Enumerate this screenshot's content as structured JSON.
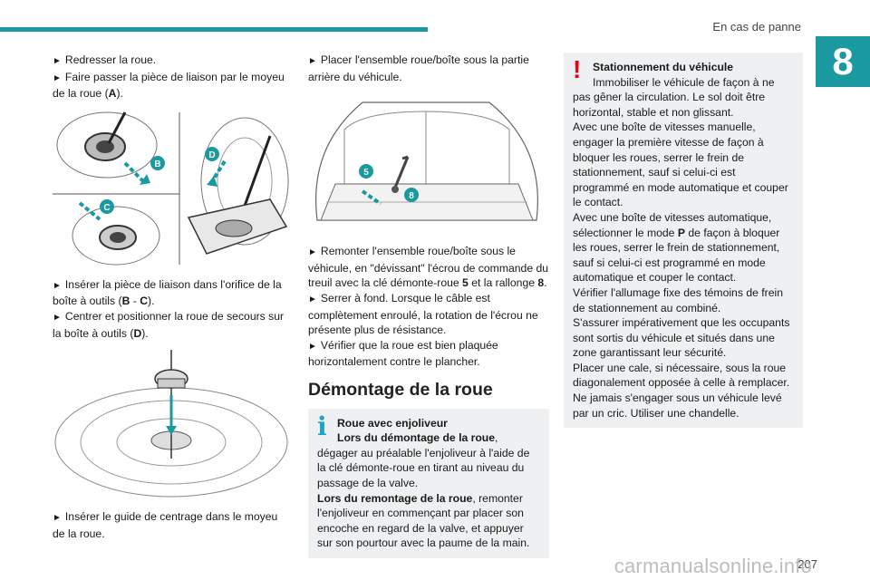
{
  "header": {
    "section_title": "En cas de panne",
    "chapter": "8"
  },
  "col1": {
    "p1_line1": "Redresser la roue.",
    "p1_line2_pre": "Faire passer la pièce de liaison par le moyeu de la roue (",
    "p1_line2_bold": "A",
    "p1_line2_post": ").",
    "fig1_labels": {
      "b": "B",
      "c": "C",
      "d": "D"
    },
    "p2_pre": "Insérer la pièce de liaison dans l'orifice de la boîte à outils (",
    "p2_bold1": "B",
    "p2_mid": " - ",
    "p2_bold2": "C",
    "p2_post": ").",
    "p3_pre": "Centrer et positionner la roue de secours sur la boîte à outils (",
    "p3_bold": "D",
    "p3_post": ").",
    "p4": "Insérer le guide de centrage dans le moyeu de la roue."
  },
  "col2": {
    "p1": "Placer l'ensemble roue/boîte sous la partie arrière du véhicule.",
    "fig_labels": {
      "five": "5",
      "eight": "8"
    },
    "p2_pre": "Remonter l'ensemble roue/boîte sous le véhicule, en \"dévissant\" l'écrou de commande du treuil avec la clé démonte-roue ",
    "p2_bold1": "5",
    "p2_mid": " et la rallonge ",
    "p2_bold2": "8",
    "p2_post": ".",
    "p3": "Serrer à fond. Lorsque le câble est complètement enroulé, la rotation de l'écrou ne présente plus de résistance.",
    "p4": "Vérifier que la roue est bien plaquée horizontalement contre le plancher.",
    "heading": "Démontage de la roue",
    "info": {
      "title": "Roue avec enjoliveur",
      "subtitle1": "Lors du démontage de la roue",
      "text1": ", dégager au préalable l'enjoliveur à l'aide de la clé démonte-roue en tirant au niveau du passage de la valve.",
      "subtitle2": "Lors du remontage de la roue",
      "text2": ", remonter l'enjoliveur en commençant par placer son encoche en regard de la valve, et appuyer sur son pourtour avec la paume de la main."
    }
  },
  "col3": {
    "warning": {
      "title": "Stationnement du véhicule",
      "line1": "Immobiliser le véhicule de façon à ne pas gêner la circulation. Le sol doit être horizontal, stable et non glissant.",
      "line2": "Avec une boîte de vitesses manuelle, engager la première vitesse de façon à bloquer les roues, serrer le frein de stationnement, sauf si celui-ci est programmé en mode automatique et couper le contact.",
      "line3_pre": "Avec une boîte de vitesses automatique, sélectionner le mode ",
      "line3_bold": "P",
      "line3_post": " de façon à bloquer les roues, serrer le frein de stationnement, sauf si celui-ci est programmé en mode automatique et couper le contact.",
      "line4": "Vérifier l'allumage fixe des témoins de frein de stationnement au combiné.",
      "line5": "S'assurer impérativement que les occupants sont sortis du véhicule et situés dans une zone garantissant leur sécurité.",
      "line6": "Placer une cale, si nécessaire, sous la roue diagonalement opposée à celle à remplacer.",
      "line7": "Ne jamais s'engager sous un véhicule levé par un cric. Utiliser une chandelle."
    }
  },
  "footer": {
    "page_number": "207",
    "watermark": "carmanualsonline.info"
  },
  "colors": {
    "accent": "#1a9aa0",
    "info": "#1aa3cc",
    "warning": "#e30613",
    "box_bg": "#eef0f1"
  },
  "icons": {
    "bullet": "triangle-right-icon",
    "info": "info-icon",
    "warning": "exclamation-icon"
  }
}
